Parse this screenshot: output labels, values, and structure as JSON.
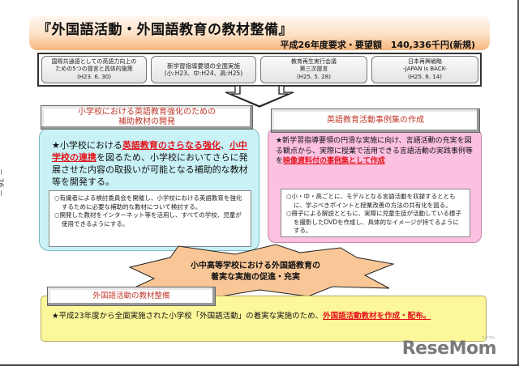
{
  "header": {
    "title": "『外国語活動・外国語教育の教材整備』",
    "budget": "平成26年度要求・要望額　140,336千円(新規)"
  },
  "sources": [
    {
      "line1": "国際共通語としての英語力向上の",
      "line2": "ための5つの提言と具体的施策",
      "line3": "(H23. 6. 30)"
    },
    {
      "line1": "新学習指導要領の全面実施",
      "line2": "(小:H23、中:H24、高:H25)",
      "line3": ""
    },
    {
      "line1": "教育再生実行会議",
      "line2": "第三次提言",
      "line3": "(H25. 5. 28)"
    },
    {
      "line1": "日本再興戦略",
      "line2": "-JAPAN is BACK-",
      "line3": "(H25. 6. 14)"
    }
  ],
  "left": {
    "heading_line1": "小学校における英語教育強化のための",
    "heading_line2": "補助教材の開発",
    "main_star": "★",
    "main_pre": "小学校における",
    "main_red1": "英語教育のさらなる強化",
    "main_mid1": "、",
    "main_red2": "小中学校の連携",
    "main_post": "を図るため、小学校においてさらに発展させた内容の取扱いが可能となる補助的な教材等を開発する。",
    "notes": [
      "○有識者による検討委員会を開催し、小学校における英語教育を強化するために必要な補助的な教材について検討する。",
      "○開発した教材をインターネット等を活用し、すべての学校、児童が使用できるようにする。"
    ]
  },
  "right": {
    "heading": "英語教育活動事例集の作成",
    "main_star": "★",
    "main_pre": "新学習指導要領の円滑な実施に向け、言語活動の充実を図る観点から、実際に授業で活用できる言語活動の実践事例等を",
    "main_red": "映像資料付の事例集として作成",
    "notes": [
      "○小・中・高ごとに、モデルとなる言語活動を収録するとともに、学ぶべきポイントと授業改善の方法の共有化を図る。",
      "○冊子による解説とともに、実際に児童生徒が活動している様子を撮影したDVDを作成し、具体的なイメージが持てるようにする。"
    ]
  },
  "center": {
    "line1": "小中高等学校における外国語教育の",
    "line2": "着実な実施の促進・充実"
  },
  "bottom": {
    "heading": "外国語活動の教材整備",
    "star": "★",
    "pre": "平成23年度から全面実施された小学校「外国語活動」の着実な実施のため、",
    "red": "外国語活動教材を作成・配布。"
  },
  "page_number": "－ 26 －",
  "watermark": {
    "text": "ReseMom",
    "ruby": "リセマム"
  },
  "colors": {
    "title_gradient_end": "#f7b57c",
    "left_panel": "#c9f2f7",
    "right_panel": "#fcc0e0",
    "bottom_panel": "#fcf79a",
    "heading_red": "#c0392b",
    "emphasis_red": "#e3141b",
    "burst": "#f9c797"
  }
}
